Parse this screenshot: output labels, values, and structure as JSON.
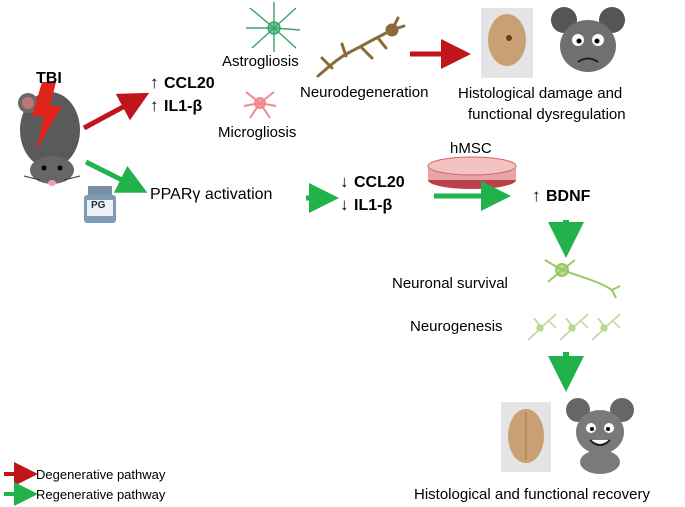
{
  "labels": {
    "tbi": "TBI",
    "ccl20_up": "CCL20",
    "il1b_up": "IL1-β",
    "astrogliosis": "Astrogliosis",
    "microgliosis": "Microgliosis",
    "neurodegeneration": "Neurodegeneration",
    "histo_damage_line1": "Histological damage and",
    "histo_damage_line2": "functional dysregulation",
    "pg": "PG",
    "ppar": "PPARγ activation",
    "hmsc": "hMSC",
    "ccl20_down": "CCL20",
    "il1b_down": "IL1-β",
    "bdnf": "BDNF",
    "neuronal_survival": "Neuronal survival",
    "neurogenesis": "Neurogenesis",
    "recovery": "Histological and functional recovery"
  },
  "legend": {
    "degenerative": "Degenerative pathway",
    "regenerative": "Regenerative pathway"
  },
  "colors": {
    "degenerative": "#c0161b",
    "regenerative": "#22b24c"
  }
}
